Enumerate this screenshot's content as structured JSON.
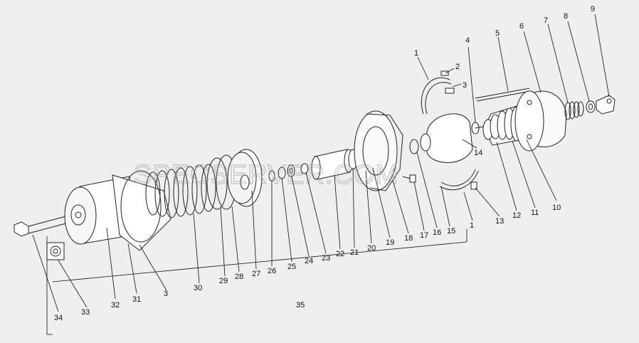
{
  "watermark": "SPECSERVER.COM",
  "labels": [
    {
      "id": "1a",
      "text": "1"
    },
    {
      "id": "2",
      "text": "2"
    },
    {
      "id": "3a",
      "text": "3"
    },
    {
      "id": "4",
      "text": "4"
    },
    {
      "id": "5",
      "text": "5"
    },
    {
      "id": "6",
      "text": "6"
    },
    {
      "id": "7",
      "text": "7"
    },
    {
      "id": "8",
      "text": "8"
    },
    {
      "id": "9",
      "text": "9"
    },
    {
      "id": "10",
      "text": "10"
    },
    {
      "id": "11",
      "text": "11"
    },
    {
      "id": "12",
      "text": "12"
    },
    {
      "id": "13",
      "text": "13"
    },
    {
      "id": "14",
      "text": "14"
    },
    {
      "id": "1b",
      "text": "1"
    },
    {
      "id": "15",
      "text": "15"
    },
    {
      "id": "16",
      "text": "16"
    },
    {
      "id": "17",
      "text": "17"
    },
    {
      "id": "18",
      "text": "18"
    },
    {
      "id": "19",
      "text": "19"
    },
    {
      "id": "20",
      "text": "20"
    },
    {
      "id": "21",
      "text": "21"
    },
    {
      "id": "22",
      "text": "22"
    },
    {
      "id": "23",
      "text": "23"
    },
    {
      "id": "24",
      "text": "24"
    },
    {
      "id": "25",
      "text": "25"
    },
    {
      "id": "26",
      "text": "26"
    },
    {
      "id": "27",
      "text": "27"
    },
    {
      "id": "28",
      "text": "28"
    },
    {
      "id": "29",
      "text": "29"
    },
    {
      "id": "30",
      "text": "30"
    },
    {
      "id": "3b",
      "text": "3"
    },
    {
      "id": "31",
      "text": "31"
    },
    {
      "id": "32",
      "text": "32"
    },
    {
      "id": "33",
      "text": "33"
    },
    {
      "id": "34",
      "text": "34"
    },
    {
      "id": "35",
      "text": "35"
    }
  ]
}
